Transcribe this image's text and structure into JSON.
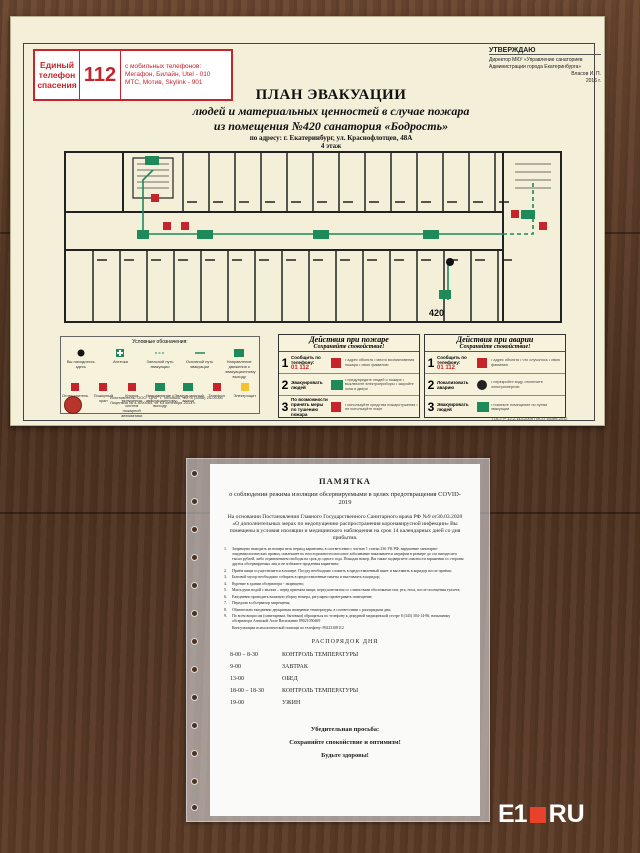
{
  "plan": {
    "phone": {
      "label": "Единый телефон спасения",
      "number": "112",
      "mobile_lines": [
        "с мобильных телефонов:",
        "Мегафон, Билайн, Utel - 010",
        "МТС, Мотив, Skylink - 901"
      ]
    },
    "approve": {
      "title": "УТВЕРЖДАЮ",
      "lines": [
        "Директор МКУ «Управление санаториев",
        "Администрации города Екатеринбурга»",
        "Власов И. П.",
        "2016 г."
      ]
    },
    "title": "ПЛАН ЭВАКУАЦИИ",
    "subtitle1": "людей и материальных ценностей в случае пожара",
    "subtitle2": "из помещения №420 санатория «Бодрость»",
    "address": "по адресу: г. Екатеринбург, ул. Краснофлотцев, 48А",
    "floor": "4 этаж",
    "room_number": "420",
    "legend": {
      "title": "Условные обозначения:",
      "items": [
        "Вы находитесь здесь",
        "Аптечка",
        "Запасной путь эвакуации",
        "Основной путь эвакуации",
        "Направление движения к эвакуационному выходу",
        "Огнетушитель",
        "Пожарный кран",
        "Кнопка включения систем пожарной автоматики",
        "Направление к эвакуационному выходу",
        "Эвакуационный выход",
        "Телефон",
        "Электрощит"
      ]
    },
    "maker": [
      "Изготовитель: ООО \"ЦПЗ\" г. Тобольск, тел. 8 (3456) 24-00-06",
      "Лицензия № 4-К/00064, от 13 сентября 2013 г."
    ],
    "fire_actions": {
      "title": "Действия при пожаре",
      "subtitle": "Сохраняйте спокойствие!",
      "steps": [
        {
          "num": "1",
          "text": "Сообщить по телефону:",
          "codes": "01 112"
        },
        {
          "num": "2",
          "text": "Эвакуировать людей",
          "codes": ""
        },
        {
          "num": "3",
          "text": "По возможности принять меры по тушению пожара",
          "codes": ""
        }
      ],
      "details": [
        "• адрес объекта • место возникновения пожара • свою фамилию",
        "• предупредите людей о пожаре • выключите электроприборы • закройте окна и двери",
        "• используйте средства пожаротушения • не используйте лифт"
      ]
    },
    "accident_actions": {
      "title": "Действия при аварии",
      "subtitle": "Сохраняйте спокойствие!",
      "steps": [
        {
          "num": "1",
          "text": "Сообщить по телефону:",
          "codes": "01 112"
        },
        {
          "num": "2",
          "text": "Локализовать аварию",
          "codes": ""
        },
        {
          "num": "3",
          "text": "Эвакуировать людей",
          "codes": ""
        }
      ],
      "details": [
        "• адрес объекта • что случилось • свою фамилию",
        "• перекройте воду, отключите электроэнергию",
        "• покиньте помещение по путям эвакуации"
      ]
    },
    "gost": "ГОСТ Р 12.2.143-2009 / ИСО 16069-2012"
  },
  "memo": {
    "title": "ПАМЯТКА",
    "subtitle": "о соблюдении режима изоляции обсервируемыми в целях предотвращения COVID-2019",
    "intro": "На основании Постановления Главного Государственного Санитарного врача РФ №9 от30.03.2020 «О дополнительных мерах по недопущению распространения коронавирусной инфекции» Вы помещены в условия изоляции и медицинского наблюдения на срок 14 календарных дней со дня прибытия.",
    "rules": [
      {
        "n": "1.",
        "text": "Запрещено выходить из номера весь период карантина, в соответствии с частью 1 статьи 236 УК РФ, нарушение санитарно-эпидемиологических правил, повлекшее по неосторожности массовое заболевание наказывается штрафом в размере до ста пятидесяти тысяч рублей, либо ограничением свободы на срок до одного года. Покидая номер, Вы также подвергаете опасности заражения со стороны других обсервируемых лиц и не избежите продления карантина;"
      },
      {
        "n": "2.",
        "text": "Приём пищи осуществляется в номере. Посуду необходимо сложить в предоставленный пакет и выставить в коридор после приёма;"
      },
      {
        "n": "3.",
        "text": "Бытовой мусор необходимо собирать в предоставленные пакеты и выставлять в коридор;"
      },
      {
        "n": "4.",
        "text": "Курение в здании обсерватора - запрещено;"
      },
      {
        "n": "5.",
        "text": "Мыть руки водой с мылом – перед приемом пищи, перед контактом со слизистыми оболочками глаз, рта, носа, после посещения туалета;"
      },
      {
        "n": "6.",
        "text": "Ежедневно проводить влажную уборку номера, регулярно проветривать помещение;"
      },
      {
        "n": "7.",
        "text": "Передачи в обсерватор запрещены;"
      },
      {
        "n": "8.",
        "text": "Обязательно ежедневно двукратная измерение температуры, в соответствии с распорядком дня;"
      },
      {
        "n": "9.",
        "text": "По всем вопросам (санитарным, бытовым) обращаться по телефону к дежурной медицинской сестре 8 (343) 304-14-86, начальнику обсерватора Азевской Алле Васильевне 89021050469"
      }
    ],
    "consult": "Консультации психологической помощи по телефону: 89223108112",
    "schedule_title": "РАСПОРЯДОК ДНЯ",
    "schedule": [
      {
        "time": "8-00 – 8-30",
        "activity": "КОНТРОЛЬ ТЕМПЕРАТУРЫ"
      },
      {
        "time": "9-00",
        "activity": "ЗАВТРАК"
      },
      {
        "time": "13-00",
        "activity": "ОБЕД"
      },
      {
        "time": "18-00 – 18-30",
        "activity": "КОНТРОЛЬ ТЕМПЕРАТУРЫ"
      },
      {
        "time": "19-00",
        "activity": "УЖИН"
      }
    ],
    "closing1": "Убедительная просьба:",
    "closing2": "Сохраняйте спокойствие и оптимизм!",
    "closing3": "Будьте здоровы!"
  },
  "watermark": {
    "left": "E1",
    "right": "RU"
  },
  "colors": {
    "brand_red": "#e8432a",
    "evac_green": "#1e8a5a",
    "fire_red": "#c5242b"
  }
}
